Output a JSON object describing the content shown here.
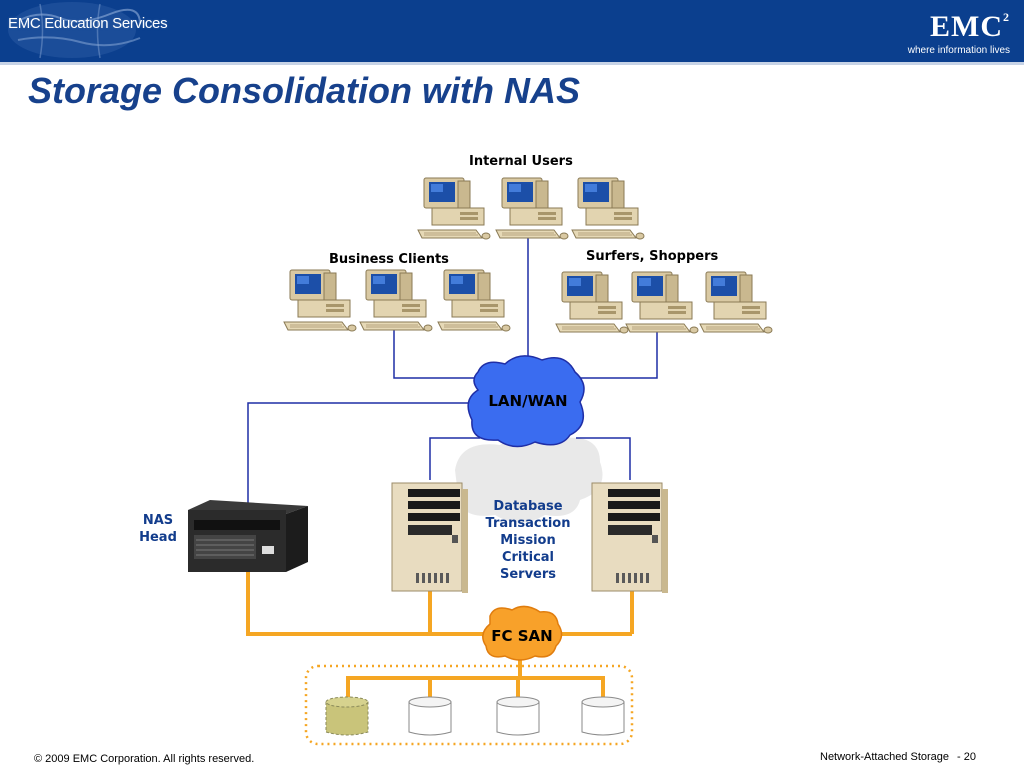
{
  "header": {
    "left_logo_text": "EMC Education Services",
    "brand_name": "EMC",
    "brand_superscript": "2",
    "brand_tagline": "where information lives"
  },
  "slide": {
    "title": "Storage Consolidation with NAS"
  },
  "diagram": {
    "groups": {
      "internal_users": "Internal Users",
      "business_clients": "Business Clients",
      "surfers_shoppers": "Surfers, Shoppers"
    },
    "network_cloud": "LAN/WAN",
    "san_cloud": "FC SAN",
    "nas_head": [
      "NAS",
      "Head"
    ],
    "servers": [
      "Database",
      "Transaction",
      "Mission",
      "Critical",
      "Servers"
    ],
    "colors": {
      "lan_line": "#1f2ea6",
      "san_line": "#f5a623",
      "lan_cloud": "#3a6cf0",
      "san_cloud": "#f8a12a",
      "title": "#17418c",
      "header": "#0b3f8e"
    }
  },
  "footer": {
    "copyright": "© 2009 EMC Corporation. All rights reserved.",
    "module": "Network-Attached Storage",
    "page": "- 20"
  }
}
